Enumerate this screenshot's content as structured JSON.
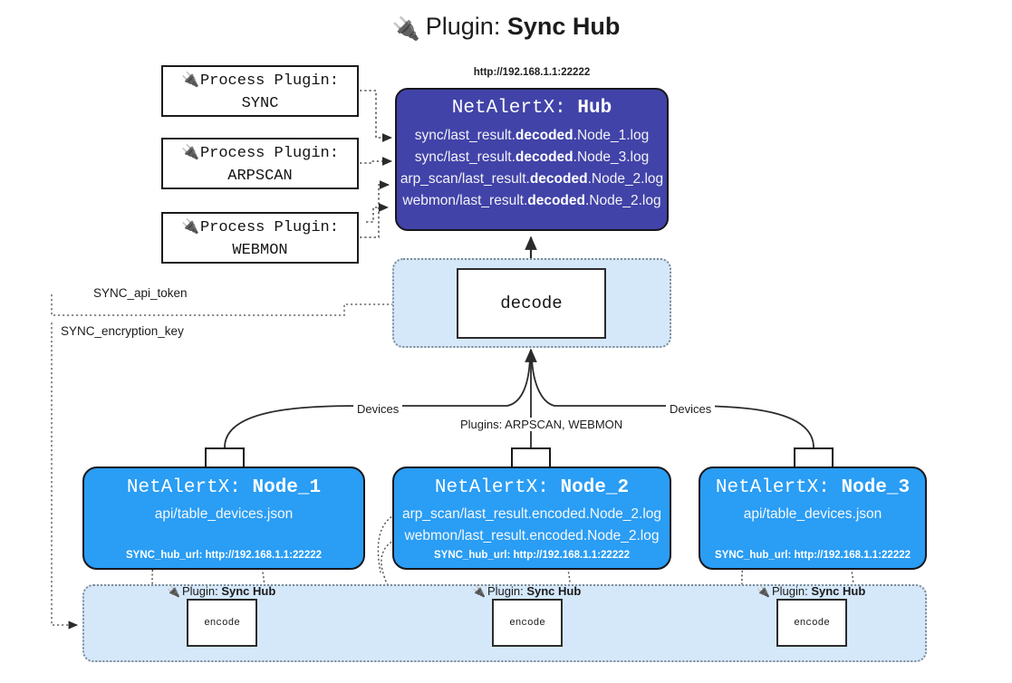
{
  "page": {
    "title_icon": "plug-icon",
    "title_prefix": "Plugin:",
    "title_name": "Sync Hub"
  },
  "colors": {
    "hub_fill": "#4143a8",
    "node_fill": "#2a9df4",
    "panel_fill": "#d5e8fa",
    "panel_border": "#7e8a94",
    "box_border": "#2c2c2c",
    "text_dark": "#1a1a1a",
    "text_light": "#ffffff"
  },
  "process_plugins": [
    {
      "icon": "plug-icon",
      "line1": "Process Plugin:",
      "line2": "SYNC"
    },
    {
      "icon": "plug-icon",
      "line1": "Process Plugin:",
      "line2": "ARPSCAN"
    },
    {
      "icon": "plug-icon",
      "line1": "Process Plugin:",
      "line2": "WEBMON"
    }
  ],
  "hub": {
    "url": "http://192.168.1.1:22222",
    "title_prefix": "NetAlertX:",
    "title_name": "Hub",
    "logs": [
      {
        "pre": "sync/last_result.",
        "em": "decoded",
        "post": ".Node_1.log"
      },
      {
        "pre": "sync/last_result.",
        "em": "decoded",
        "post": ".Node_3.log"
      },
      {
        "pre": "arp_scan/last_result.",
        "em": "decoded",
        "post": ".Node_2.log"
      },
      {
        "pre": "webmon/last_result.",
        "em": "decoded",
        "post": ".Node_2.log"
      }
    ]
  },
  "decode": {
    "label": "decode"
  },
  "tokens": [
    {
      "label": "SYNC_api_token"
    },
    {
      "label": "SYNC_encryption_key"
    }
  ],
  "edge_labels": {
    "devices_left": "Devices",
    "plugins_center": "Plugins: ARPSCAN, WEBMON",
    "devices_right": "Devices"
  },
  "nodes": [
    {
      "icon": "envelope-icon",
      "title_prefix": "NetAlertX:",
      "title_name": "Node_1",
      "lines": [
        "api/table_devices.json"
      ],
      "footer": "SYNC_hub_url: http://192.168.1.1:22222"
    },
    {
      "icon": "envelope-icon",
      "title_prefix": "NetAlertX:",
      "title_name": "Node_2",
      "lines": [
        "arp_scan/last_result.encoded.Node_2.log",
        "webmon/last_result.encoded.Node_2.log"
      ],
      "footer": "SYNC_hub_url: http://192.168.1.1:22222"
    },
    {
      "icon": "envelope-icon",
      "title_prefix": "NetAlertX:",
      "title_name": "Node_3",
      "lines": [
        "api/table_devices.json"
      ],
      "footer": "SYNC_hub_url: http://192.168.1.1:22222"
    }
  ],
  "encoders": [
    {
      "icon": "plug-icon",
      "label_prefix": "Plugin:",
      "label_name": "Sync Hub",
      "box_label": "encode"
    },
    {
      "icon": "plug-icon",
      "label_prefix": "Plugin:",
      "label_name": "Sync Hub",
      "box_label": "encode"
    },
    {
      "icon": "plug-icon",
      "label_prefix": "Plugin:",
      "label_name": "Sync Hub",
      "box_label": "encode"
    }
  ]
}
